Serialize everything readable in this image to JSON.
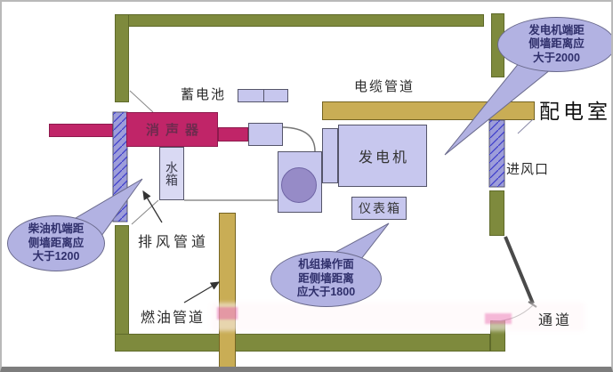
{
  "diagram": {
    "room_labels": {
      "battery": "蓄电池",
      "cable_duct": "电缆管道",
      "distribution_room": "配电室",
      "air_inlet": "进风口",
      "exhaust_duct": "排风管道",
      "fuel_pipe": "燃油管道",
      "passage": "通道"
    },
    "equipment": {
      "muffler": "消声器",
      "water_tank": "水箱",
      "generator": "发电机",
      "instrument_box": "仪表箱"
    },
    "callouts": {
      "generator_end": {
        "lines": [
          "发电机端距",
          "侧墙距离应",
          "大于2000"
        ]
      },
      "diesel_end": {
        "lines": [
          "柴油机端距",
          "侧墙距离应",
          "大于1200"
        ]
      },
      "operation_face": {
        "lines": [
          "机组操作面",
          "距侧墙距离",
          "应大于1800"
        ]
      }
    },
    "colors": {
      "wall": "#7e8a3d",
      "duct": "#c9ad55",
      "magenta": "#c02568",
      "boxfill": "#c7c7ee",
      "tankfill": "#d9d9f3",
      "circle": "#968bc7",
      "hatchband": "#9d9dda",
      "hatchline": "#3c3ccc",
      "bubble": "#b2b2e2",
      "bubbletext": "#2f2f6b"
    }
  }
}
